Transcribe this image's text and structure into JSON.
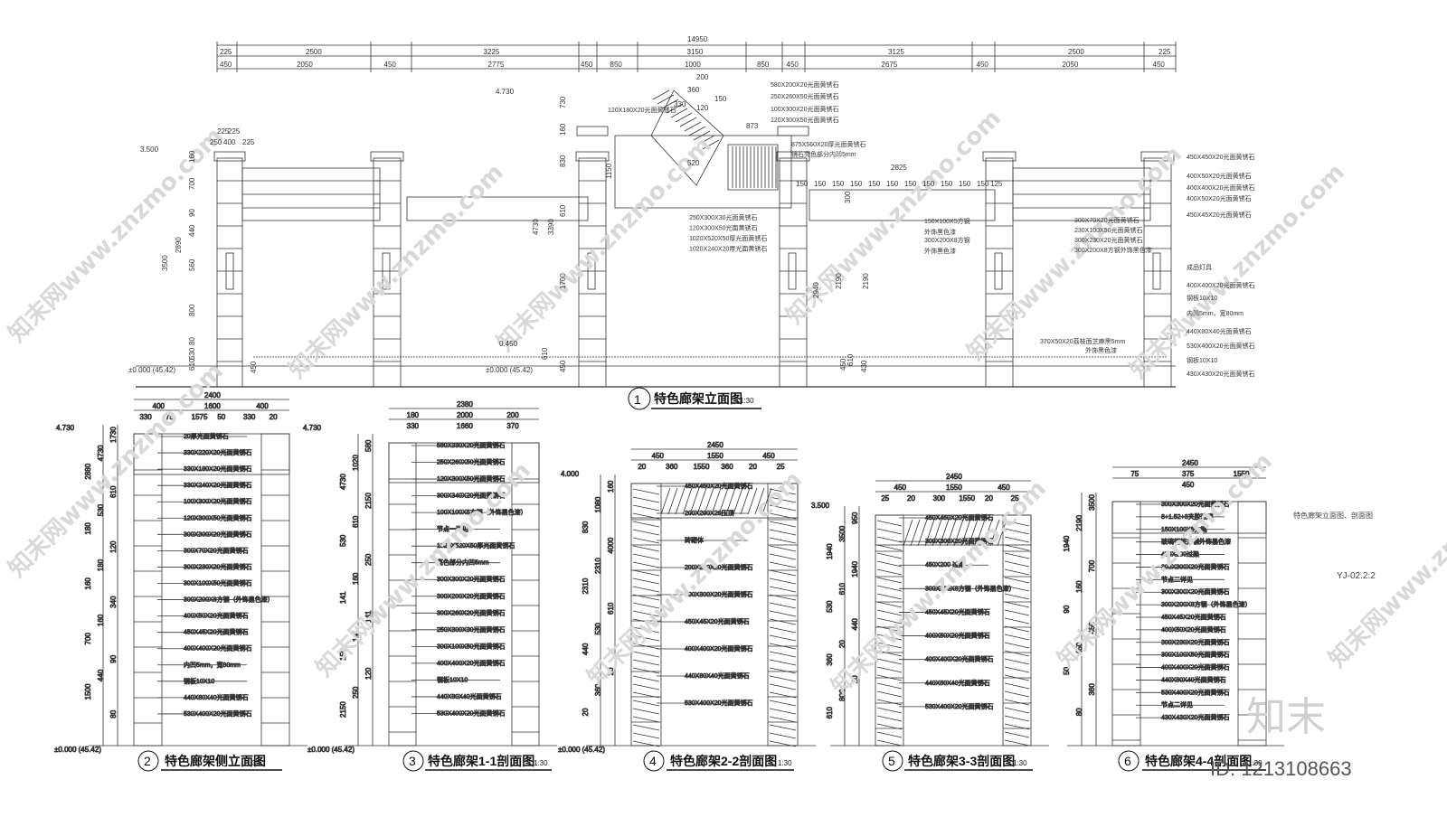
{
  "main_elevation": {
    "title": "特色廊架立面图",
    "scale": "1:30",
    "num": "1",
    "dims_top_total": "14950",
    "dims_row2": [
      "225",
      "2500",
      "3225",
      "3150",
      "3125",
      "2500",
      "225"
    ],
    "dims_row3": [
      "450",
      "2050",
      "450",
      "2775",
      "450",
      "850",
      "1000",
      "850",
      "450",
      "2675",
      "450",
      "2050",
      "450"
    ],
    "levels": [
      "3.500",
      "4.730",
      "±0.000 (45.42)",
      "0.450",
      "±0.000 (45.42)"
    ],
    "vdims_left": [
      "160",
      "700",
      "90",
      "440",
      "560",
      "800",
      "80",
      "530",
      "610",
      "2890",
      "3500"
    ],
    "vdims_mid": [
      "730",
      "160",
      "830",
      "610",
      "1700",
      "4730",
      "3390",
      "610",
      "450"
    ],
    "mid_top": [
      "200",
      "1150",
      "2825"
    ],
    "beam_labels": [
      "150",
      "125"
    ],
    "notes_top": [
      "580X200X20光面黄锈石",
      "250X260X50光面黄锈石",
      "100X300X20光面黄锈石",
      "120X300X50光面黄锈石",
      "875X560X20厚光面黄锈石",
      "镜石亮色部分内凹5mm"
    ],
    "notes_left_top": "120X180X20光面黄锈石",
    "notes_mid": [
      "250X300X30光面黄锈石",
      "120X300X50光面黄锈石",
      "1020X520X50厚光面黄锈石",
      "1020X240X20厚光面黄锈石"
    ],
    "notes_beam": [
      "150X100X5方钢",
      "外饰黑色漆",
      "300X200X8方钢",
      "外饰黑色漆"
    ],
    "notes_right": [
      "300X70X20光面黄锈石",
      "230X100X50光面黄锈石",
      "300X230X20光面黄锈石",
      "300X200X8方钢外饰黑色漆"
    ],
    "notes_far_right": [
      "450X450X20光面黄锈石",
      "400X50X20光面黄锈石",
      "400X400X20光面黄锈石",
      "400X50X20光面黄锈石",
      "450X45X20光面黄锈石",
      "成品灯具",
      "400X400X20光面黄锈石",
      "钢板10X10",
      "内凹5mm，宽80mm",
      "440X80X40光面黄锈石",
      "530X400X20光面黄锈石",
      "钢板10X10",
      "430X430X20光面黄锈石"
    ],
    "note_bottom": "370X50X20荔枝面芝麻黑5mm",
    "note_bottom2": "外饰黑色漆",
    "dim_450": "450",
    "dims_2190": [
      "2940",
      "2190",
      "2190",
      "300",
      "610",
      "450",
      "430"
    ],
    "dim_225top": [
      "225",
      "225",
      "250",
      "400",
      "225"
    ],
    "dim_873": "873",
    "dim_120": "120",
    "dim_360": "360",
    "dim_330": "330",
    "dim_150": "150",
    "dim_520": "520"
  },
  "views": [
    {
      "num": "2",
      "title": "特色廊架侧立面图",
      "scale": "1:30",
      "level_top": "4.730",
      "level_bottom": "±0.000 (45.42)",
      "top_dims": [
        "2400",
        "400",
        "1600",
        "400",
        "330",
        "75",
        "1575",
        "50",
        "330",
        "20"
      ],
      "vdims": [
        "1730",
        "4730",
        "2880",
        "610",
        "530",
        "180",
        "120",
        "180",
        "160",
        "340",
        "160",
        "700",
        "90",
        "440",
        "1500",
        "80"
      ],
      "notes": [
        "20厚光面黄锈石",
        "330X220X20光面黄锈石",
        "330X180X20光面黄锈石",
        "330X240X20光面黄锈石",
        "100X300X20光面黄锈石",
        "120X300X50光面黄锈石",
        "300X300X20光面黄锈石",
        "300X70X20光面黄锈石",
        "300X230X20光面黄锈石",
        "300X100X50光面黄锈石",
        "300X200X8方钢（外饰黑色漆）",
        "400X50X20光面黄锈石",
        "450X45X20光面黄锈石",
        "400X400X20光面黄锈石",
        "内凹5mm，宽80mm",
        "钢板10X10",
        "440X80X40光面黄锈石",
        "530X400X20光面黄锈石"
      ]
    },
    {
      "num": "3",
      "title": "特色廊架1-1剖面图",
      "scale": "1:30",
      "level_top": "4.730",
      "level_bottom": "±0.000 (45.42)",
      "top_dims": [
        "2380",
        "180",
        "2000",
        "200",
        "330",
        "1660",
        "370"
      ],
      "vdims": [
        "580",
        "1020",
        "4730",
        "2150",
        "610",
        "530",
        "250",
        "160",
        "141",
        "141",
        "141",
        "150",
        "120",
        "250",
        "2150"
      ],
      "notes": [
        "580X330X20光面黄锈石",
        "250X260X50光面黄锈石",
        "120X300X50光面黄锈石",
        "300X340X20光面黄锈石",
        "100X100X5方钢（外饰黑色漆）",
        "节点一详见",
        "1020X520X50厚光面黄锈石",
        "亮色部分内凹5mm",
        "300X300X20光面黄锈石",
        "300X200X20光面黄锈石",
        "300X260X20光面黄锈石",
        "250X300X30光面黄锈石",
        "300X100X50光面黄锈石",
        "400X400X20光面黄锈石",
        "钢板10X10",
        "440X80X40光面黄锈石",
        "530X400X20光面黄锈石"
      ]
    },
    {
      "num": "4",
      "title": "特色廊架2-2剖面图",
      "scale": "1:30",
      "level_top": "4.000",
      "level_bottom": "±0.000 (45.42)",
      "top_dims": [
        "2450",
        "450",
        "1550",
        "450",
        "20",
        "360",
        "1550",
        "360",
        "20",
        "25"
      ],
      "vdims": [
        "160",
        "1080",
        "830",
        "4000",
        "2310",
        "2310",
        "610",
        "530",
        "440",
        "20",
        "360",
        "20"
      ],
      "notes": [
        "450X450X20光面黄锈石",
        "200X200X20压顶",
        "砖砌体",
        "200X200X20光面黄锈石",
        "300X300X20光面黄锈石",
        "450X45X20光面黄锈石",
        "400X400X20光面黄锈石",
        "440X80X40光面黄锈石",
        "530X400X20光面黄锈石"
      ]
    },
    {
      "num": "5",
      "title": "特色廊架3-3剖面图",
      "scale": "1:30",
      "level_top": "3.500",
      "level_bottom": "",
      "top_dims": [
        "2450",
        "450",
        "1550",
        "450",
        "25",
        "20",
        "300",
        "1550",
        "20",
        "25"
      ],
      "vdims": [
        "950",
        "3500",
        "1940",
        "1940",
        "610",
        "530",
        "440",
        "20",
        "360",
        "20",
        "800",
        "610"
      ],
      "notes": [
        "450X450X20光面黄锈石",
        "300X300X20光面黄锈石",
        "450X200 过梁",
        "300X200X8方钢（外饰黑色漆）",
        "450X45X20光面黄锈石",
        "400X50X20光面黄锈石",
        "400X400X20光面黄锈石",
        "440X80X40光面黄锈石",
        "530X400X20光面黄锈石"
      ]
    },
    {
      "num": "6",
      "title": "特色廊架4-4剖面图",
      "scale": "1:30",
      "level_top": "",
      "level_bottom": "",
      "top_dims": [
        "2450",
        "75",
        "375",
        "1550",
        "450"
      ],
      "vdims": [
        "3500",
        "2190",
        "1940",
        "700",
        "160",
        "90",
        "450",
        "450",
        "50",
        "360",
        "80"
      ],
      "notes": [
        "300X300X20光面黄锈石",
        "8+1.52+8夹胶玻璃",
        "150X100X5方钢",
        "玻璃钢架方钢外饰黑色漆",
        "450X200过梁",
        "300X300X20光面黄锈石",
        "节点二详见",
        "300X300X20光面黄锈石",
        "300X200X8方钢（外饰黑色漆）",
        "450X45X20光面黄锈石",
        "400X50X20光面黄锈石",
        "300X230X20光面黄锈石",
        "300X100X50光面黄锈石",
        "400X400X20光面黄锈石",
        "440X80X40光面黄锈石",
        "530X400X20光面黄锈石",
        "节点二详见",
        "430X430X20光面黄锈石"
      ]
    }
  ],
  "sheet": {
    "caption": "特色廊架立面图、剖面图",
    "code": "YJ-02.2.2"
  },
  "watermark": {
    "text": "知末网www.znzmo.com",
    "logo": "知末",
    "id": "ID: 1213108663"
  }
}
